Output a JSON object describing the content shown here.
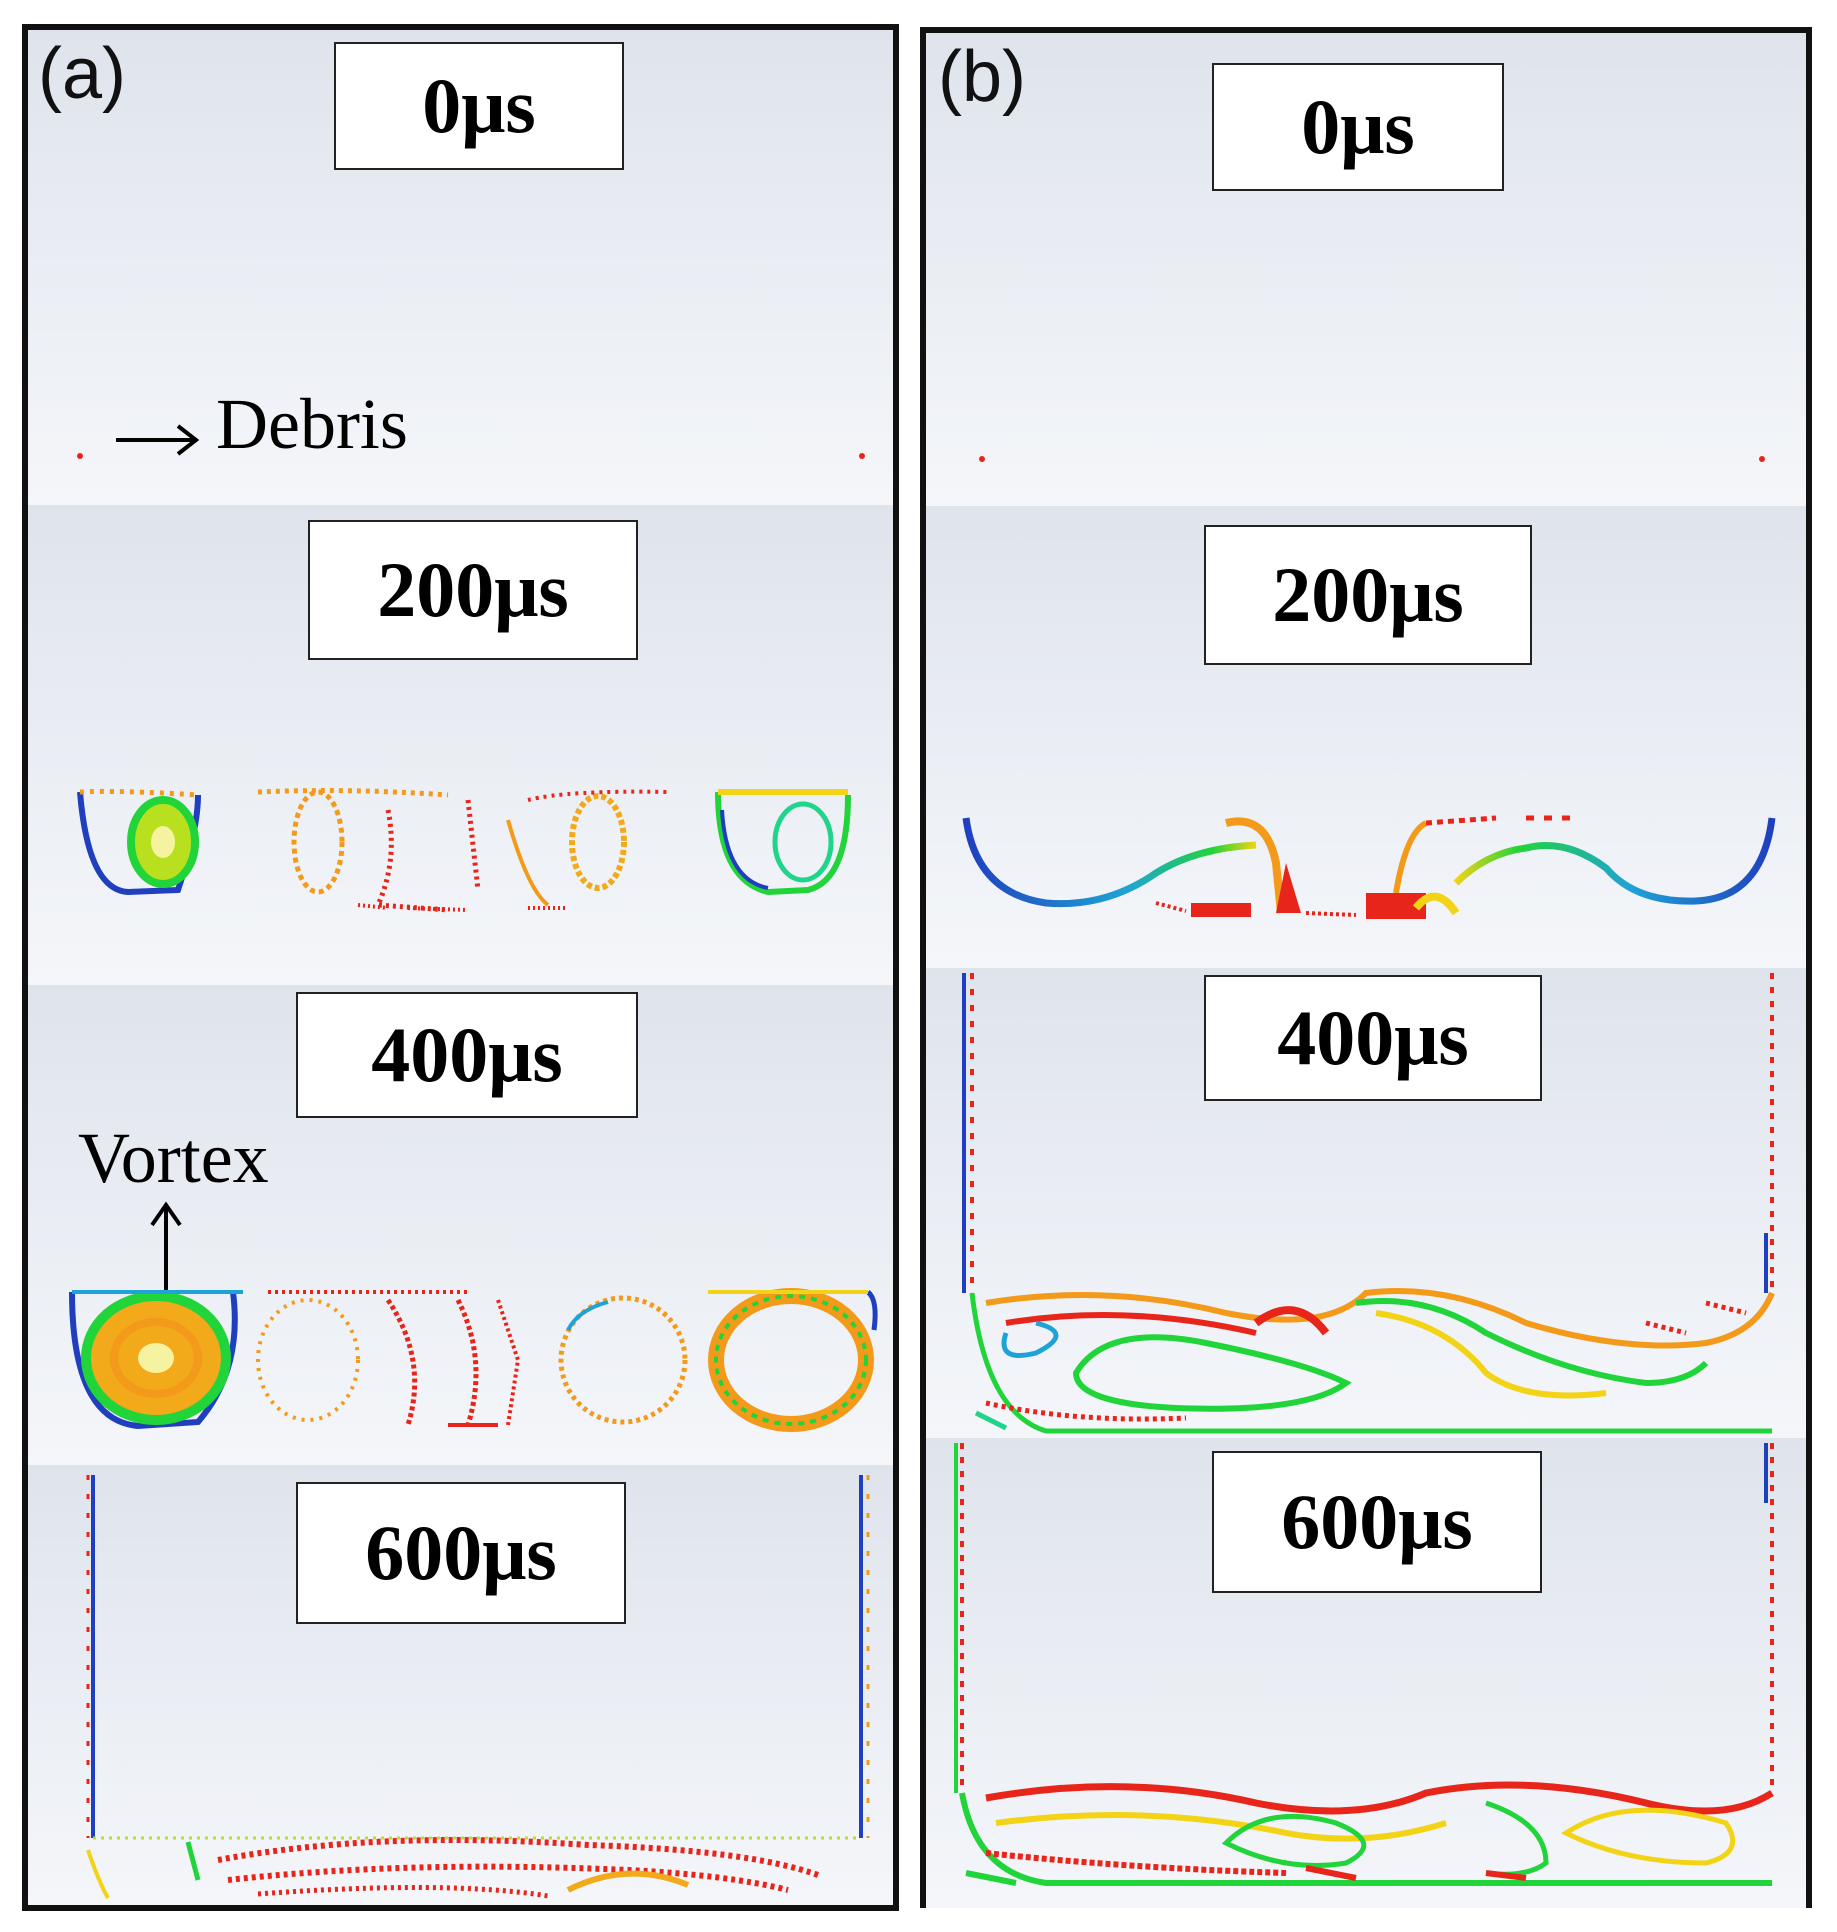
{
  "panels": [
    {
      "label": "(a)",
      "frames": [
        {
          "time": "0μs"
        },
        {
          "time": "200μs"
        },
        {
          "time": "400μs"
        },
        {
          "time": "600μs"
        }
      ],
      "annotations": {
        "debris": "Debris",
        "vortex": "Vortex"
      }
    },
    {
      "label": "(b)",
      "frames": [
        {
          "time": "0μs"
        },
        {
          "time": "200μs"
        },
        {
          "time": "400μs"
        },
        {
          "time": "600μs"
        }
      ]
    }
  ],
  "colors": {
    "panel_border": "#111111",
    "background": "#e9edf3",
    "debris": "#e8251a",
    "palette": [
      "#1f3fbf",
      "#1fa3d6",
      "#20d48a",
      "#21d43a",
      "#b8e01f",
      "#f2d316",
      "#f39a1a",
      "#e8251a"
    ]
  }
}
